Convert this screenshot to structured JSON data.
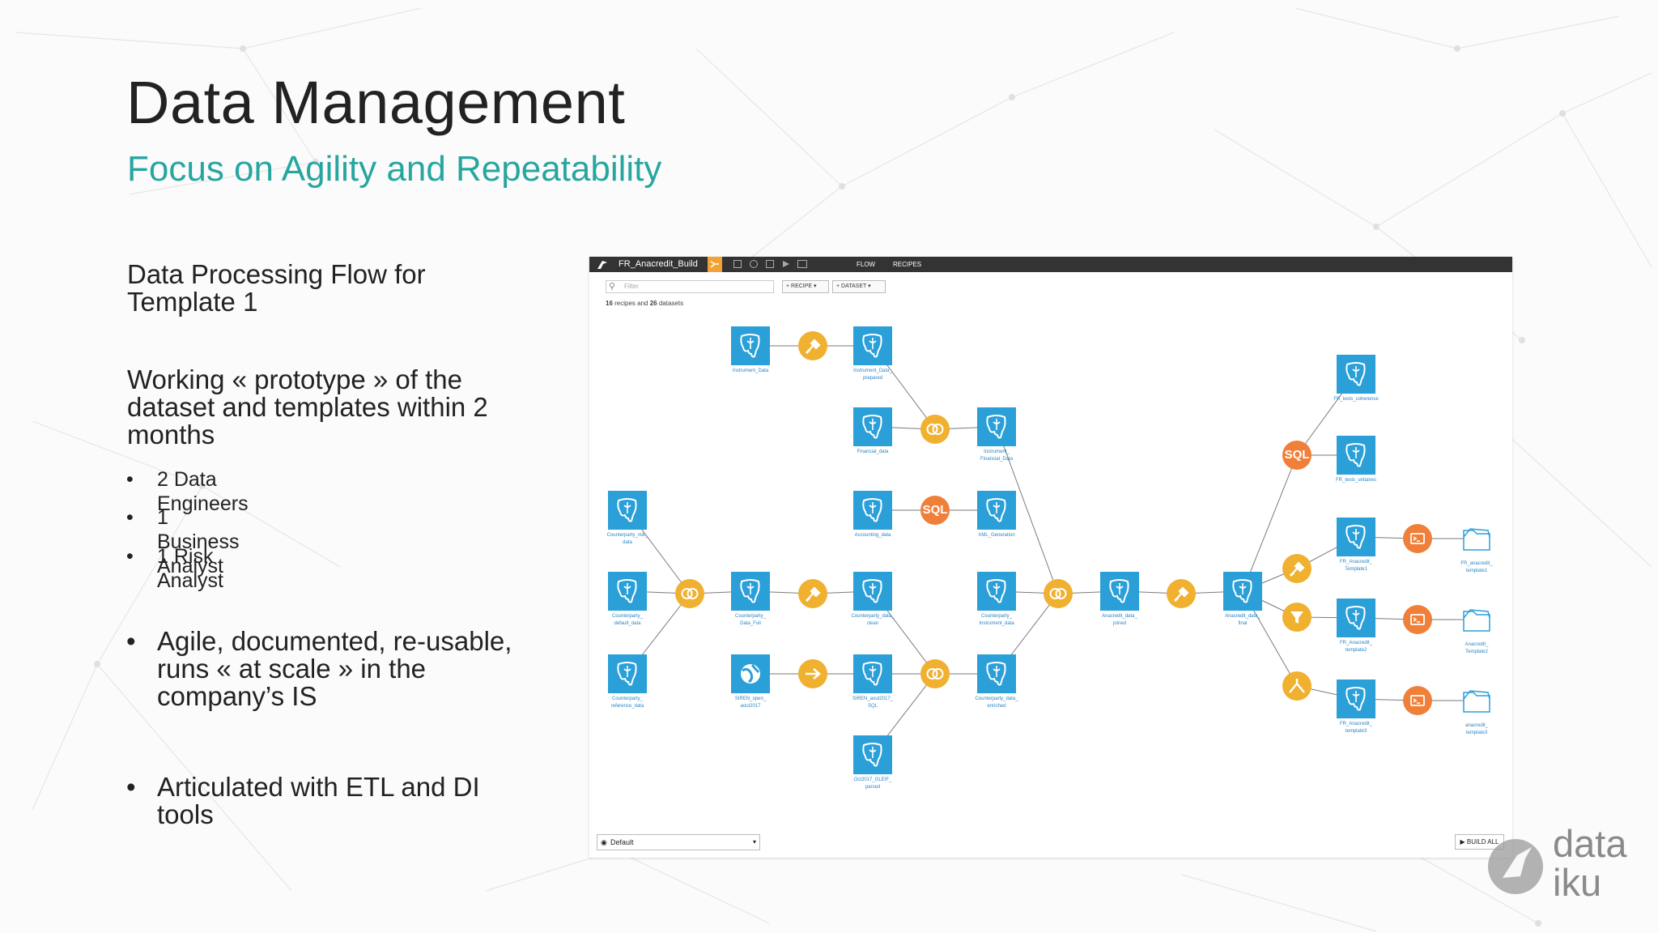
{
  "slide": {
    "title": "Data Management",
    "subtitle": "Focus on Agility and Repeatability",
    "colors": {
      "accent": "#27a6a0",
      "dataset": "#2a9fd8",
      "recipe_yellow": "#f0b030",
      "recipe_orange": "#f07f3a"
    },
    "left_panel": {
      "heading_1": "Data Processing Flow for",
      "heading_2": "Template 1",
      "para_1": "Working « prototype » of the",
      "para_2": "dataset and templates within 2",
      "para_3": "months",
      "bullets_small": [
        "2 Data Engineers",
        "1 Business Analyst",
        "1 Risk Analyst"
      ],
      "bullet_a_1": "Agile, documented, re-usable,",
      "bullet_a_2": "runs « at scale » in the",
      "bullet_a_3": "company’s IS",
      "bullet_b_1": "Articulated with ETL and DI",
      "bullet_b_2": "tools",
      "bullet_glyph": "•"
    },
    "watermark": {
      "line1": "data",
      "line2": "iku"
    }
  },
  "app": {
    "project_name": "FR_Anacredit_Build",
    "tabs": [
      "FLOW",
      "RECIPES"
    ],
    "filter_placeholder": "Filter",
    "recipe_button": "+ RECIPE",
    "dataset_button": "+ DATASET",
    "counts": {
      "recipes": "16",
      "recipes_text": " recipes and ",
      "datasets": "26",
      "datasets_text": " datasets"
    },
    "view_select": "Default",
    "build_all": "BUILD ALL"
  },
  "flow": {
    "datasets": [
      {
        "id": "d1",
        "label": "Instrument_Data",
        "kind": "pg"
      },
      {
        "id": "d2",
        "label": "Instrument_Data_\nprepared",
        "kind": "pg"
      },
      {
        "id": "d3",
        "label": "Financial_data",
        "kind": "pg"
      },
      {
        "id": "d4",
        "label": "Accounting_data",
        "kind": "pg"
      },
      {
        "id": "d5",
        "label": "Instrument_\nFinancial_Data",
        "kind": "pg"
      },
      {
        "id": "d6",
        "label": "XML_Generation",
        "kind": "pg"
      },
      {
        "id": "d7",
        "label": "Counterparty_risk_\ndata",
        "kind": "pg"
      },
      {
        "id": "d8",
        "label": "Counterparty_\ndefault_data",
        "kind": "pg"
      },
      {
        "id": "d9",
        "label": "Counterparty_\nreference_data",
        "kind": "pg"
      },
      {
        "id": "d10",
        "label": "Counterparty_\nData_Full",
        "kind": "pg"
      },
      {
        "id": "d11",
        "label": "SIREN_open_\naout2017",
        "kind": "web"
      },
      {
        "id": "d12",
        "label": "Counterparty_data_\nclean",
        "kind": "pg"
      },
      {
        "id": "d13",
        "label": "SIREN_aout2017_\nSQL",
        "kind": "pg"
      },
      {
        "id": "d14",
        "label": "Oct2017_GLEIF_\nparsed",
        "kind": "pg"
      },
      {
        "id": "d15",
        "label": "Counterparty_\nInstrument_data",
        "kind": "pg"
      },
      {
        "id": "d16",
        "label": "Counterparty_data_\nenriched",
        "kind": "pg"
      },
      {
        "id": "d17",
        "label": "Anacredit_data_\njoined",
        "kind": "pg"
      },
      {
        "id": "d18",
        "label": "Anacredit_data_\nfinal",
        "kind": "pg"
      },
      {
        "id": "d19",
        "label": "FR_tests_coherence",
        "kind": "pg"
      },
      {
        "id": "d20",
        "label": "FR_tests_unitaires",
        "kind": "pg"
      },
      {
        "id": "d21",
        "label": "FR_Anacredit_\nTemplate1",
        "kind": "pg"
      },
      {
        "id": "d22",
        "label": "FR_Anacredit_\ntemplate2",
        "kind": "pg"
      },
      {
        "id": "d23",
        "label": "FR_Anacredit_\ntemplate3",
        "kind": "pg"
      },
      {
        "id": "d24",
        "label": "FR_anacredit_\ntemplate1",
        "kind": "folder"
      },
      {
        "id": "d25",
        "label": "Anacredit_\nTemplate2",
        "kind": "folder"
      },
      {
        "id": "d26",
        "label": "anacredit_\ntemplate3",
        "kind": "folder"
      }
    ],
    "recipes": [
      {
        "id": "r1",
        "kind": "prepare"
      },
      {
        "id": "r2",
        "kind": "join"
      },
      {
        "id": "r3",
        "kind": "sql",
        "text": "SQL"
      },
      {
        "id": "r4",
        "kind": "join"
      },
      {
        "id": "r5",
        "kind": "prepare"
      },
      {
        "id": "r6",
        "kind": "sync"
      },
      {
        "id": "r7",
        "kind": "join"
      },
      {
        "id": "r8",
        "kind": "join"
      },
      {
        "id": "r9",
        "kind": "prepare"
      },
      {
        "id": "r10",
        "kind": "sql",
        "text": "SQL"
      },
      {
        "id": "r11",
        "kind": "prepare"
      },
      {
        "id": "r12",
        "kind": "filter"
      },
      {
        "id": "r13",
        "kind": "split"
      },
      {
        "id": "r14",
        "kind": "python"
      },
      {
        "id": "r15",
        "kind": "python"
      },
      {
        "id": "r16",
        "kind": "python"
      }
    ],
    "edges": [
      [
        "d1",
        "r1"
      ],
      [
        "r1",
        "d2"
      ],
      [
        "d2",
        "r2"
      ],
      [
        "d3",
        "r2"
      ],
      [
        "r2",
        "d5"
      ],
      [
        "d4",
        "r3"
      ],
      [
        "r3",
        "d6"
      ],
      [
        "d7",
        "r4"
      ],
      [
        "d8",
        "r4"
      ],
      [
        "d9",
        "r4"
      ],
      [
        "r4",
        "d10"
      ],
      [
        "d10",
        "r5"
      ],
      [
        "r5",
        "d12"
      ],
      [
        "d11",
        "r6"
      ],
      [
        "r6",
        "d13"
      ],
      [
        "d12",
        "r7"
      ],
      [
        "d13",
        "r7"
      ],
      [
        "d14",
        "r7"
      ],
      [
        "r7",
        "d16"
      ],
      [
        "d5",
        "r8"
      ],
      [
        "d15",
        "r8"
      ],
      [
        "d16",
        "r8"
      ],
      [
        "r8",
        "d17"
      ],
      [
        "d17",
        "r9"
      ],
      [
        "r9",
        "d18"
      ],
      [
        "d18",
        "r10"
      ],
      [
        "r10",
        "d19"
      ],
      [
        "r10",
        "d20"
      ],
      [
        "d18",
        "r11"
      ],
      [
        "r11",
        "d21"
      ],
      [
        "d18",
        "r12"
      ],
      [
        "r12",
        "d22"
      ],
      [
        "d18",
        "r13"
      ],
      [
        "r13",
        "d23"
      ],
      [
        "d21",
        "r14"
      ],
      [
        "r14",
        "d24"
      ],
      [
        "d22",
        "r15"
      ],
      [
        "r15",
        "d25"
      ],
      [
        "d23",
        "r16"
      ],
      [
        "r16",
        "d26"
      ]
    ]
  }
}
